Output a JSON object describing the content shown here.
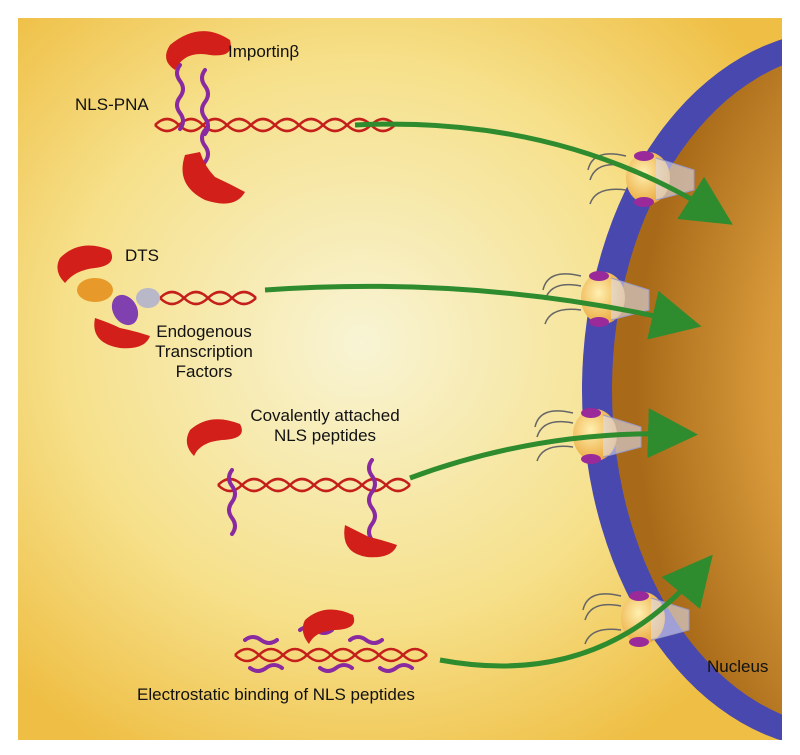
{
  "labels": {
    "importin": "Importinβ",
    "nls_pna": "NLS-PNA",
    "dts": "DTS",
    "endogenous_1": "Endogenous",
    "endogenous_2": "Transcription",
    "endogenous_3": "Factors",
    "covalent_1": "Covalently attached",
    "covalent_2": "NLS peptides",
    "electrostatic": "Electrostatic binding of NLS peptides",
    "nucleus": "Nucleus"
  },
  "colors": {
    "cytoplasm_light": "#f8f3cf",
    "cytoplasm_dark": "#f0c04a",
    "nuclear_envelope": "#4a4ab0",
    "nucleus_light": "#e8b45a",
    "nucleus_dark": "#b87a20",
    "importin": "#d21f1a",
    "dna": "#c41f1a",
    "nls_peptide": "#8a2aa0",
    "arrow": "#2e8b2e"
  }
}
